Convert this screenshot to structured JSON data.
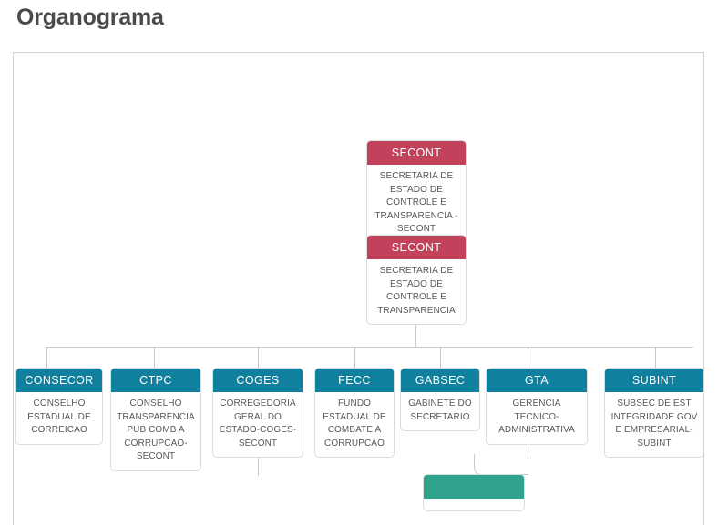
{
  "page": {
    "title": "Organograma"
  },
  "colors": {
    "root_header": "#c2425c",
    "unit_header": "#10809f",
    "sub_header": "#2fa38b",
    "node_body_text": "#58585a",
    "connector": "#c9c9c9",
    "panel_border": "#d2d2d2",
    "title_text": "#4a4a4a"
  },
  "chart_data": {
    "type": "diagram",
    "title": "Organograma",
    "orientation": "top-down",
    "levels": 3,
    "nodes": [
      {
        "id": "secont-root",
        "acronym": "SECONT",
        "name": "SECRETARIA DE ESTADO DE CONTROLE E TRANSPARENCIA - SECONT",
        "level": 0,
        "parent": null,
        "style": "root"
      },
      {
        "id": "secont-sec",
        "acronym": "SECONT",
        "name": "SECRETARIA DE ESTADO DE CONTROLE E TRANSPARENCIA",
        "level": 1,
        "parent": "secont-root",
        "style": "root"
      },
      {
        "id": "consecor",
        "acronym": "CONSECOR",
        "name": "CONSELHO ESTADUAL DE CORREICAO",
        "level": 2,
        "parent": "secont-sec",
        "style": "unit"
      },
      {
        "id": "ctpc",
        "acronym": "CTPC",
        "name": "CONSELHO TRANSPARENCIA PUB COMB A CORRUPCAO-SECONT",
        "level": 2,
        "parent": "secont-sec",
        "style": "unit"
      },
      {
        "id": "coges",
        "acronym": "COGES",
        "name": "CORREGEDORIA GERAL DO ESTADO-COGES-SECONT",
        "level": 2,
        "parent": "secont-sec",
        "style": "unit",
        "has_children": true
      },
      {
        "id": "fecc",
        "acronym": "FECC",
        "name": "FUNDO ESTADUAL DE COMBATE A CORRUPCAO",
        "level": 2,
        "parent": "secont-sec",
        "style": "unit"
      },
      {
        "id": "gabsec",
        "acronym": "GABSEC",
        "name": "GABINETE DO SECRETARIO",
        "level": 2,
        "parent": "secont-sec",
        "style": "unit"
      },
      {
        "id": "gta",
        "acronym": "GTA",
        "name": "GERENCIA TECNICO-ADMINISTRATIVA",
        "level": 2,
        "parent": "secont-sec",
        "style": "unit",
        "has_children": true
      },
      {
        "id": "subint",
        "acronym": "SUBINT",
        "name": "SUBSEC DE EST INTEGRIDADE GOV E EMPRESARIAL-SUBINT",
        "level": 2,
        "parent": "secont-sec",
        "style": "unit"
      },
      {
        "id": "gta-child",
        "acronym": "",
        "name": "",
        "level": 3,
        "parent": "gta",
        "style": "sub",
        "clipped": true
      }
    ]
  }
}
